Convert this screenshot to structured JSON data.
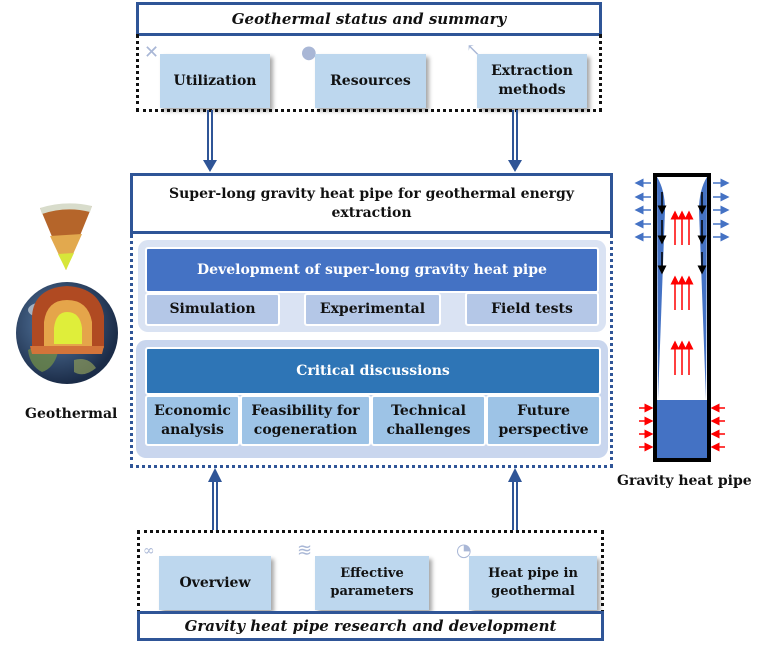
{
  "top_section": {
    "title": "Geothermal status and summary",
    "cards": [
      {
        "label": "Utilization",
        "icon": "wrench-screwdriver-icon"
      },
      {
        "label": "Resources",
        "icon": "resources-icon"
      },
      {
        "label": "Extraction methods",
        "icon": "extraction-arrow-icon"
      }
    ]
  },
  "center": {
    "title": "Super-long gravity heat pipe for geothermal energy extraction",
    "development": {
      "header": "Development of super-long gravity heat pipe",
      "items": [
        "Simulation",
        "Experimental",
        "Field tests"
      ]
    },
    "discussions": {
      "header": "Critical discussions",
      "items": [
        "Economic analysis",
        "Feasibility for cogeneration",
        "Technical challenges",
        "Future perspective"
      ]
    }
  },
  "bottom_section": {
    "title": "Gravity heat pipe research and development",
    "cards": [
      {
        "label": "Overview",
        "icon": "glasses-icon"
      },
      {
        "label": "Effective parameters",
        "icon": "layers-icon"
      },
      {
        "label": "Heat pipe in geothermal",
        "icon": "gauge-icon"
      }
    ]
  },
  "left_figure": {
    "label": "Geothermal"
  },
  "right_figure": {
    "label": "Gravity heat pipe"
  },
  "colors": {
    "frame": "#2f5597",
    "card": "#bdd7ee",
    "header": "#4472c4",
    "header2": "#2e75b6"
  }
}
